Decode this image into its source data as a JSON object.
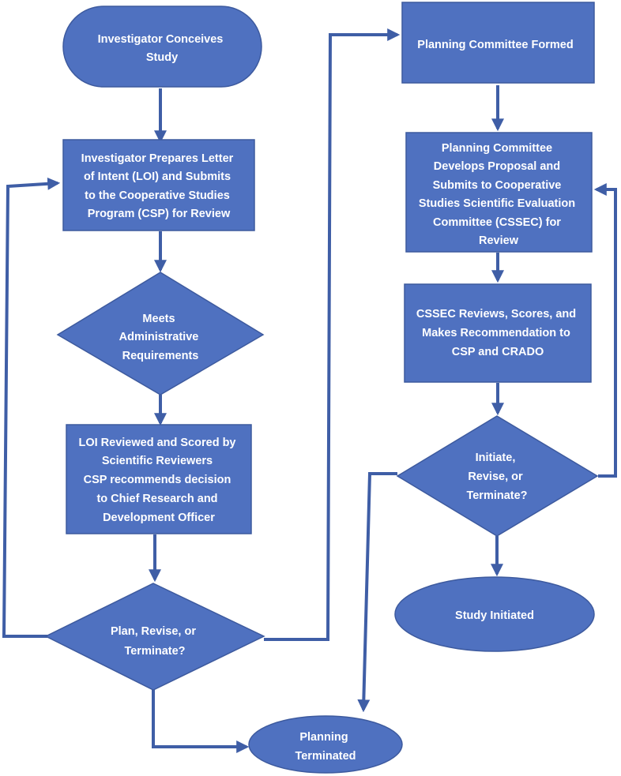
{
  "nodes": {
    "conceive": {
      "lines": [
        "Investigator Conceives",
        "Study"
      ]
    },
    "prepare_loi": {
      "lines": [
        "Investigator Prepares Letter",
        "of Intent (LOI) and Submits",
        "to the Cooperative Studies",
        "Program (CSP) for Review"
      ]
    },
    "meets_requirements": {
      "lines": [
        "Meets",
        "Administrative",
        "Requirements"
      ]
    },
    "loi_reviewed": {
      "lines": [
        "LOI Reviewed and Scored by",
        "Scientific Reviewers",
        "CSP recommends decision",
        "to Chief Research and",
        "Development Officer"
      ]
    },
    "plan_revise_terminate": {
      "lines": [
        "Plan, Revise, or",
        "Terminate?"
      ]
    },
    "planning_terminated": {
      "lines": [
        "Planning",
        "Terminated"
      ]
    },
    "committee_formed": {
      "lines": [
        "Planning Committee Formed"
      ]
    },
    "develops_proposal": {
      "lines": [
        "Planning Committee",
        "Develops Proposal and",
        "Submits to Cooperative",
        "Studies Scientific Evaluation",
        "Committee (CSSEC) for",
        "Review"
      ]
    },
    "cssec_reviews": {
      "lines": [
        "CSSEC Reviews, Scores, and",
        "Makes Recommendation to",
        "CSP and CRADO"
      ]
    },
    "initiate_revise_terminate": {
      "lines": [
        "Initiate,",
        "Revise, or",
        "Terminate?"
      ]
    },
    "study_initiated": {
      "lines": [
        "Study Initiated"
      ]
    }
  },
  "colors": {
    "node_fill": "#4f71c0",
    "connector": "#3f5ea6",
    "text": "#ffffff"
  }
}
